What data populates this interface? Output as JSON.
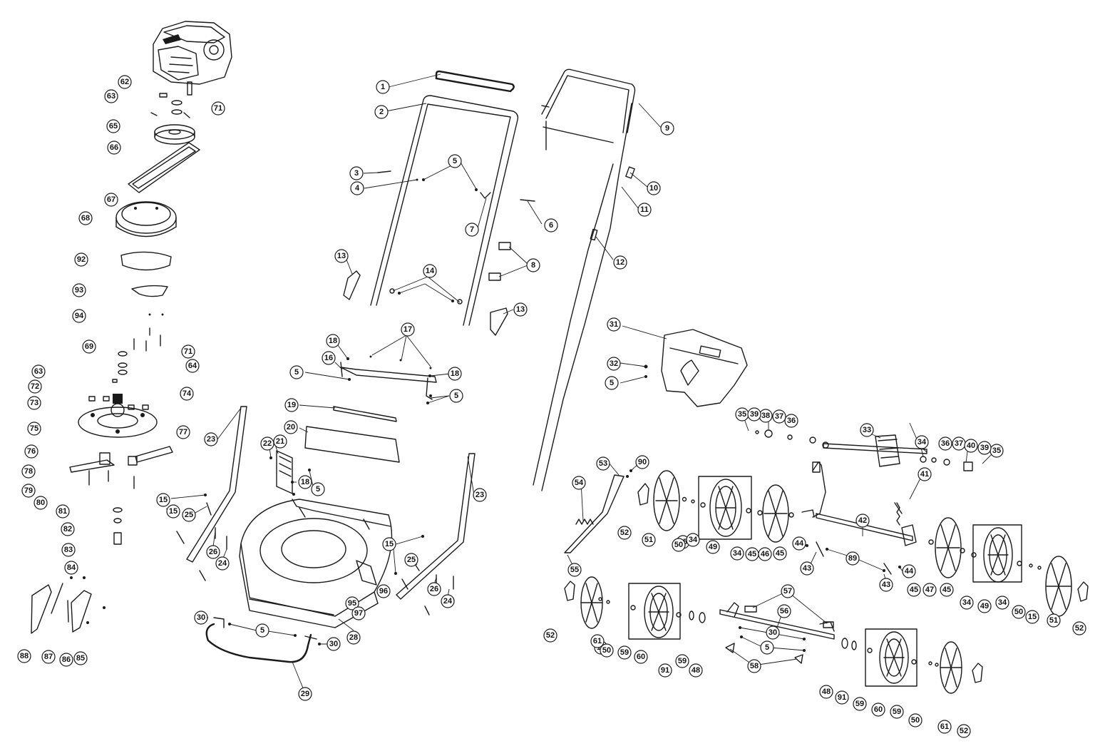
{
  "callouts": [
    "1",
    "2",
    "3",
    "4",
    "5",
    "5",
    "5",
    "5",
    "5",
    "5",
    "5",
    "6",
    "7",
    "8",
    "9",
    "10",
    "11",
    "12",
    "13",
    "13",
    "14",
    "15",
    "15",
    "15",
    "15",
    "15",
    "15",
    "16",
    "17",
    "18",
    "18",
    "18",
    "19",
    "20",
    "21",
    "22",
    "23",
    "23",
    "24",
    "24",
    "25",
    "25",
    "26",
    "26",
    "28",
    "29",
    "30",
    "30",
    "30",
    "31",
    "32",
    "33",
    "34",
    "34",
    "34",
    "34",
    "34",
    "35",
    "35",
    "36",
    "36",
    "37",
    "37",
    "38",
    "39",
    "39",
    "40",
    "41",
    "42",
    "43",
    "43",
    "44",
    "44",
    "45",
    "45",
    "45",
    "45",
    "46",
    "47",
    "48",
    "48",
    "49",
    "49",
    "50",
    "50",
    "50",
    "50",
    "51",
    "51",
    "52",
    "52",
    "52",
    "52",
    "53",
    "54",
    "55",
    "56",
    "57",
    "58",
    "59",
    "59",
    "59",
    "59",
    "60",
    "60",
    "61",
    "61",
    "62",
    "63",
    "63",
    "64",
    "65",
    "66",
    "67",
    "68",
    "69",
    "71",
    "71",
    "72",
    "73",
    "74",
    "75",
    "76",
    "77",
    "78",
    "79",
    "80",
    "81",
    "82",
    "83",
    "84",
    "85",
    "86",
    "87",
    "88",
    "89",
    "90",
    "91",
    "91",
    "92",
    "93",
    "94",
    "95",
    "96",
    "97"
  ]
}
